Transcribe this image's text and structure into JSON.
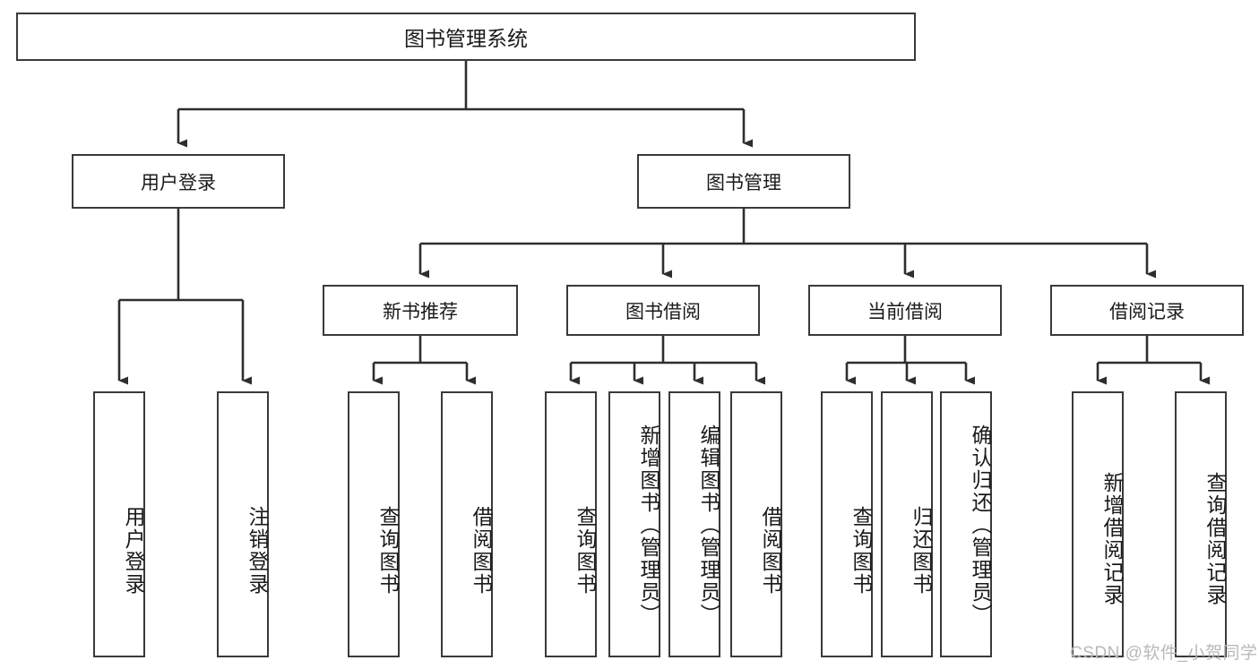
{
  "diagram": {
    "type": "hierarchy-tree",
    "title": "图书管理系统",
    "root": {
      "label": "图书管理系统"
    },
    "level1": [
      {
        "id": "user-login",
        "label": "用户登录"
      },
      {
        "id": "book-management",
        "label": "图书管理"
      }
    ],
    "level2": [
      {
        "id": "new-book-recommend",
        "label": "新书推荐",
        "parent": "book-management"
      },
      {
        "id": "book-borrow",
        "label": "图书借阅",
        "parent": "book-management"
      },
      {
        "id": "current-borrow",
        "label": "当前借阅",
        "parent": "book-management"
      },
      {
        "id": "borrow-record",
        "label": "借阅记录",
        "parent": "book-management"
      }
    ],
    "leaves": [
      {
        "id": "leaf-user-login",
        "label": "用户登录",
        "parent": "user-login"
      },
      {
        "id": "leaf-logout",
        "label": "注销登录",
        "parent": "user-login"
      },
      {
        "id": "leaf-query-book-1",
        "label": "查询图书",
        "parent": "new-book-recommend"
      },
      {
        "id": "leaf-borrow-book-1",
        "label": "借阅图书",
        "parent": "new-book-recommend"
      },
      {
        "id": "leaf-query-book-2",
        "label": "查询图书",
        "parent": "book-borrow"
      },
      {
        "id": "leaf-add-book",
        "label": "新增图书（管理员）",
        "parent": "book-borrow"
      },
      {
        "id": "leaf-edit-book",
        "label": "编辑图书（管理员）",
        "parent": "book-borrow"
      },
      {
        "id": "leaf-borrow-book-2",
        "label": "借阅图书",
        "parent": "book-borrow"
      },
      {
        "id": "leaf-query-book-3",
        "label": "查询图书",
        "parent": "current-borrow"
      },
      {
        "id": "leaf-return-book",
        "label": "归还图书",
        "parent": "current-borrow"
      },
      {
        "id": "leaf-confirm-return",
        "label": "确认归还（管理员）",
        "parent": "current-borrow"
      },
      {
        "id": "leaf-add-record",
        "label": "新增借阅记录",
        "parent": "borrow-record"
      },
      {
        "id": "leaf-query-record",
        "label": "查询借阅记录",
        "parent": "borrow-record"
      }
    ],
    "colors": {
      "border": "#3a3a3a",
      "background": "#ffffff",
      "text": "#1a1a1a",
      "connector": "#2e2e2e",
      "watermark": "#b9b9b9"
    }
  },
  "watermark": {
    "text": "CSDN @软件_小贺同学"
  }
}
